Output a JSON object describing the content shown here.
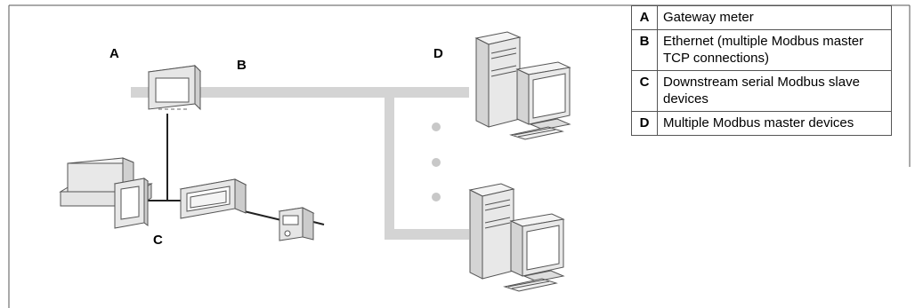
{
  "callouts": {
    "a": "A",
    "b": "B",
    "c": "C",
    "d": "D"
  },
  "legend": [
    {
      "key": "A",
      "text": "Gateway meter"
    },
    {
      "key": "B",
      "text": "Ethernet (multiple Modbus master TCP connections)"
    },
    {
      "key": "C",
      "text": "Downstream serial Modbus slave devices"
    },
    {
      "key": "D",
      "text": "Multiple Modbus master devices"
    }
  ],
  "colors": {
    "ethernet_bus": "#d4d4d4",
    "frame": "#555555",
    "device_fill": "#e8e8e8",
    "device_edge": "#555555",
    "screen_fill": "#ffffff"
  }
}
